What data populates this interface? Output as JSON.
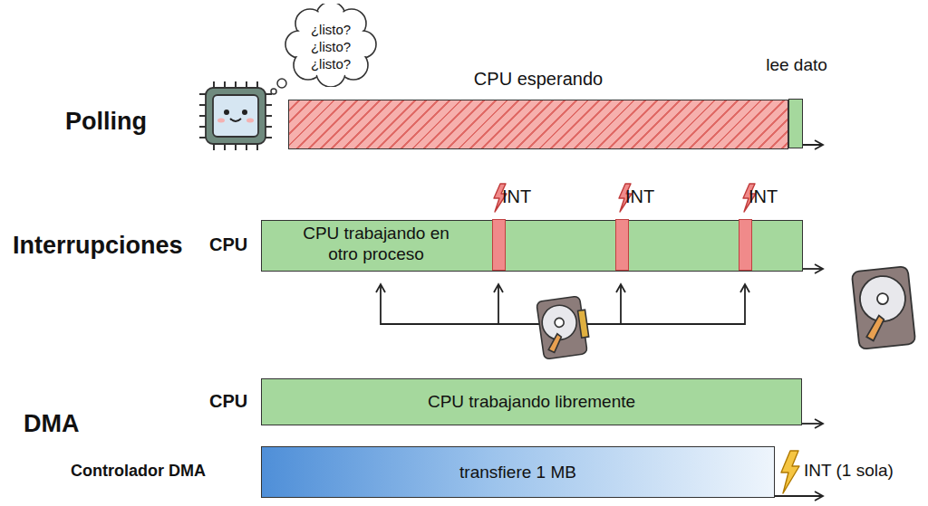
{
  "diagram": {
    "nodes": [
      {
        "text": [
          "¿listo?",
          "¿listo?",
          "¿listo?"
        ]
      },
      {
        "text": [
          "CPU esperando"
        ]
      },
      {
        "text": [
          "lee dato"
        ],
        "in": 1
      },
      {
        "text": [
          "CPU trabajando en otro proceso"
        ]
      },
      {
        "text": [
          "INT"
        ],
        "in": 3
      },
      {
        "text": [
          "INT"
        ],
        "in": 3
      },
      {
        "text": [
          "INT"
        ],
        "in": 3
      },
      {
        "text": [
          "CPU trabajando libremente"
        ]
      },
      {
        "text": [
          "transfiere 1 MB"
        ]
      }
    ],
    "labels": [
      "Polling",
      "Interrupciones",
      "CPU",
      "DMA",
      "CPU",
      "Controlador DMA",
      "INT (1 sola)"
    ]
  }
}
